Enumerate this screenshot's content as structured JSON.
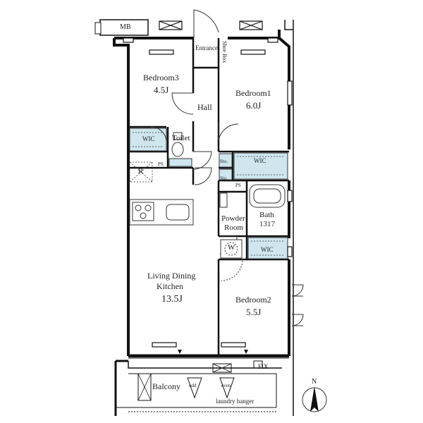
{
  "plan": {
    "rooms": {
      "mb": "MB",
      "entrance": "Entrance",
      "shoe_box": "Shoe Box",
      "bedroom3": "Bedroom3",
      "bedroom3_size": "4.5J",
      "hall": "Hall",
      "bedroom1": "Bedroom1",
      "bedroom1_size": "6.0J",
      "wic_left": "WIC",
      "toilet": "Toilet",
      "ps_left": "PS",
      "refrigerator": "R",
      "sto1": "Sto.",
      "sto2": "Sto.",
      "wic_right_top": "WIC",
      "ps_right": "PS",
      "bath": "Bath",
      "bath_size": "1317",
      "powder_line1": "Powder",
      "powder_line2": "Room",
      "washer": "W",
      "wic_right_bottom": "WIC",
      "ldk_line1": "Living Dining",
      "ldk_line2": "Kitchen",
      "ldk_size": "13.5J",
      "bedroom2": "Bedroom2",
      "bedroom2_size": "5.5J",
      "fix": "FIX",
      "balcony": "Balcony",
      "odd": "odd",
      "even": "even",
      "laundry": "laundry hanger",
      "north": "N"
    },
    "colors": {
      "wall": "#111111",
      "closet_fill": "#cfe6ef",
      "line": "#333333"
    }
  }
}
